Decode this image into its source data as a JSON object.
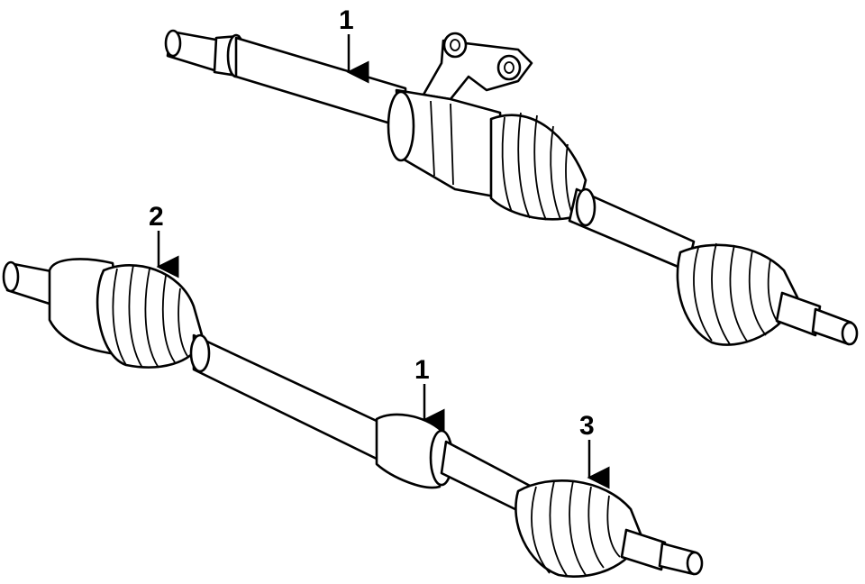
{
  "callouts": [
    {
      "id": "top-shaft",
      "label": "1"
    },
    {
      "id": "bottom-inner-boot",
      "label": "2"
    },
    {
      "id": "bottom-shaft",
      "label": "1"
    },
    {
      "id": "bottom-outer-boot",
      "label": "3"
    }
  ],
  "colors": {
    "line": "#000000",
    "fill": "#ffffff"
  }
}
